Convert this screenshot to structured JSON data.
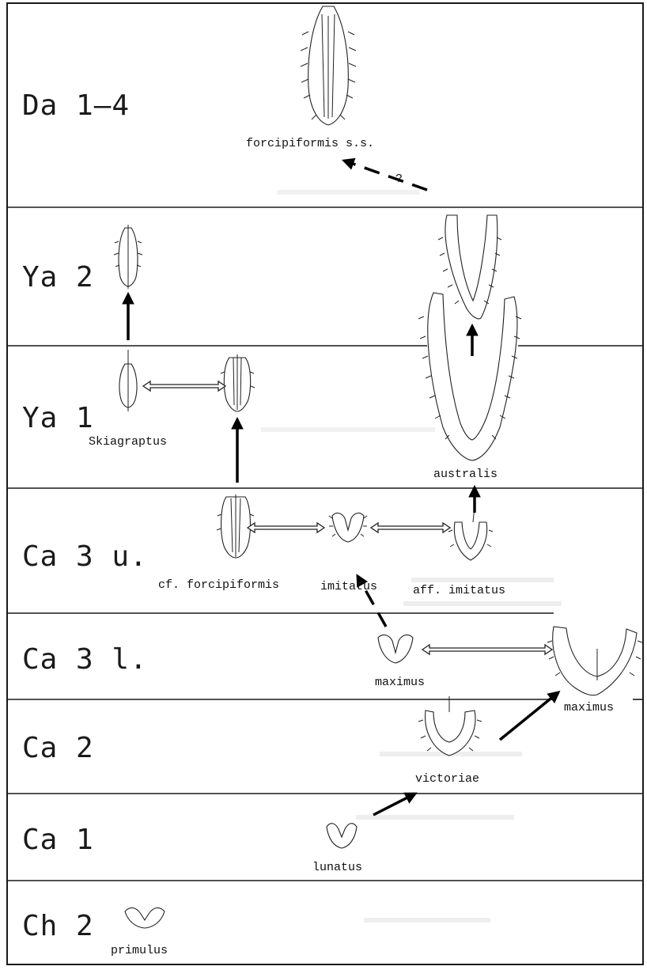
{
  "stages": [
    {
      "key": "da",
      "label": "Da 1—4"
    },
    {
      "key": "ya2",
      "label": "Ya 2"
    },
    {
      "key": "ya1",
      "label": "Ya 1"
    },
    {
      "key": "ca3u",
      "label": "Ca 3 u."
    },
    {
      "key": "ca3l",
      "label": "Ca 3 l."
    },
    {
      "key": "ca2",
      "label": "Ca 2"
    },
    {
      "key": "ca1",
      "label": "Ca 1"
    },
    {
      "key": "ch2",
      "label": "Ch 2"
    }
  ],
  "taxa": {
    "forcipiformis_ss": "forcipiformis s.s.",
    "question_mark": "?",
    "skiagraptus": "Skiagraptus",
    "australis": "australis",
    "cf_forcipiformis": "cf. forcipiformis",
    "imitatus": "imitatus",
    "aff_imitatus": "aff. imitatus",
    "maximus_left": "maximus",
    "maximus_right": "maximus",
    "victoriae": "victoriae",
    "lunatus": "lunatus",
    "primulus": "primulus"
  },
  "colors": {
    "ink": "#1a1a1a",
    "paper": "#ffffff"
  }
}
